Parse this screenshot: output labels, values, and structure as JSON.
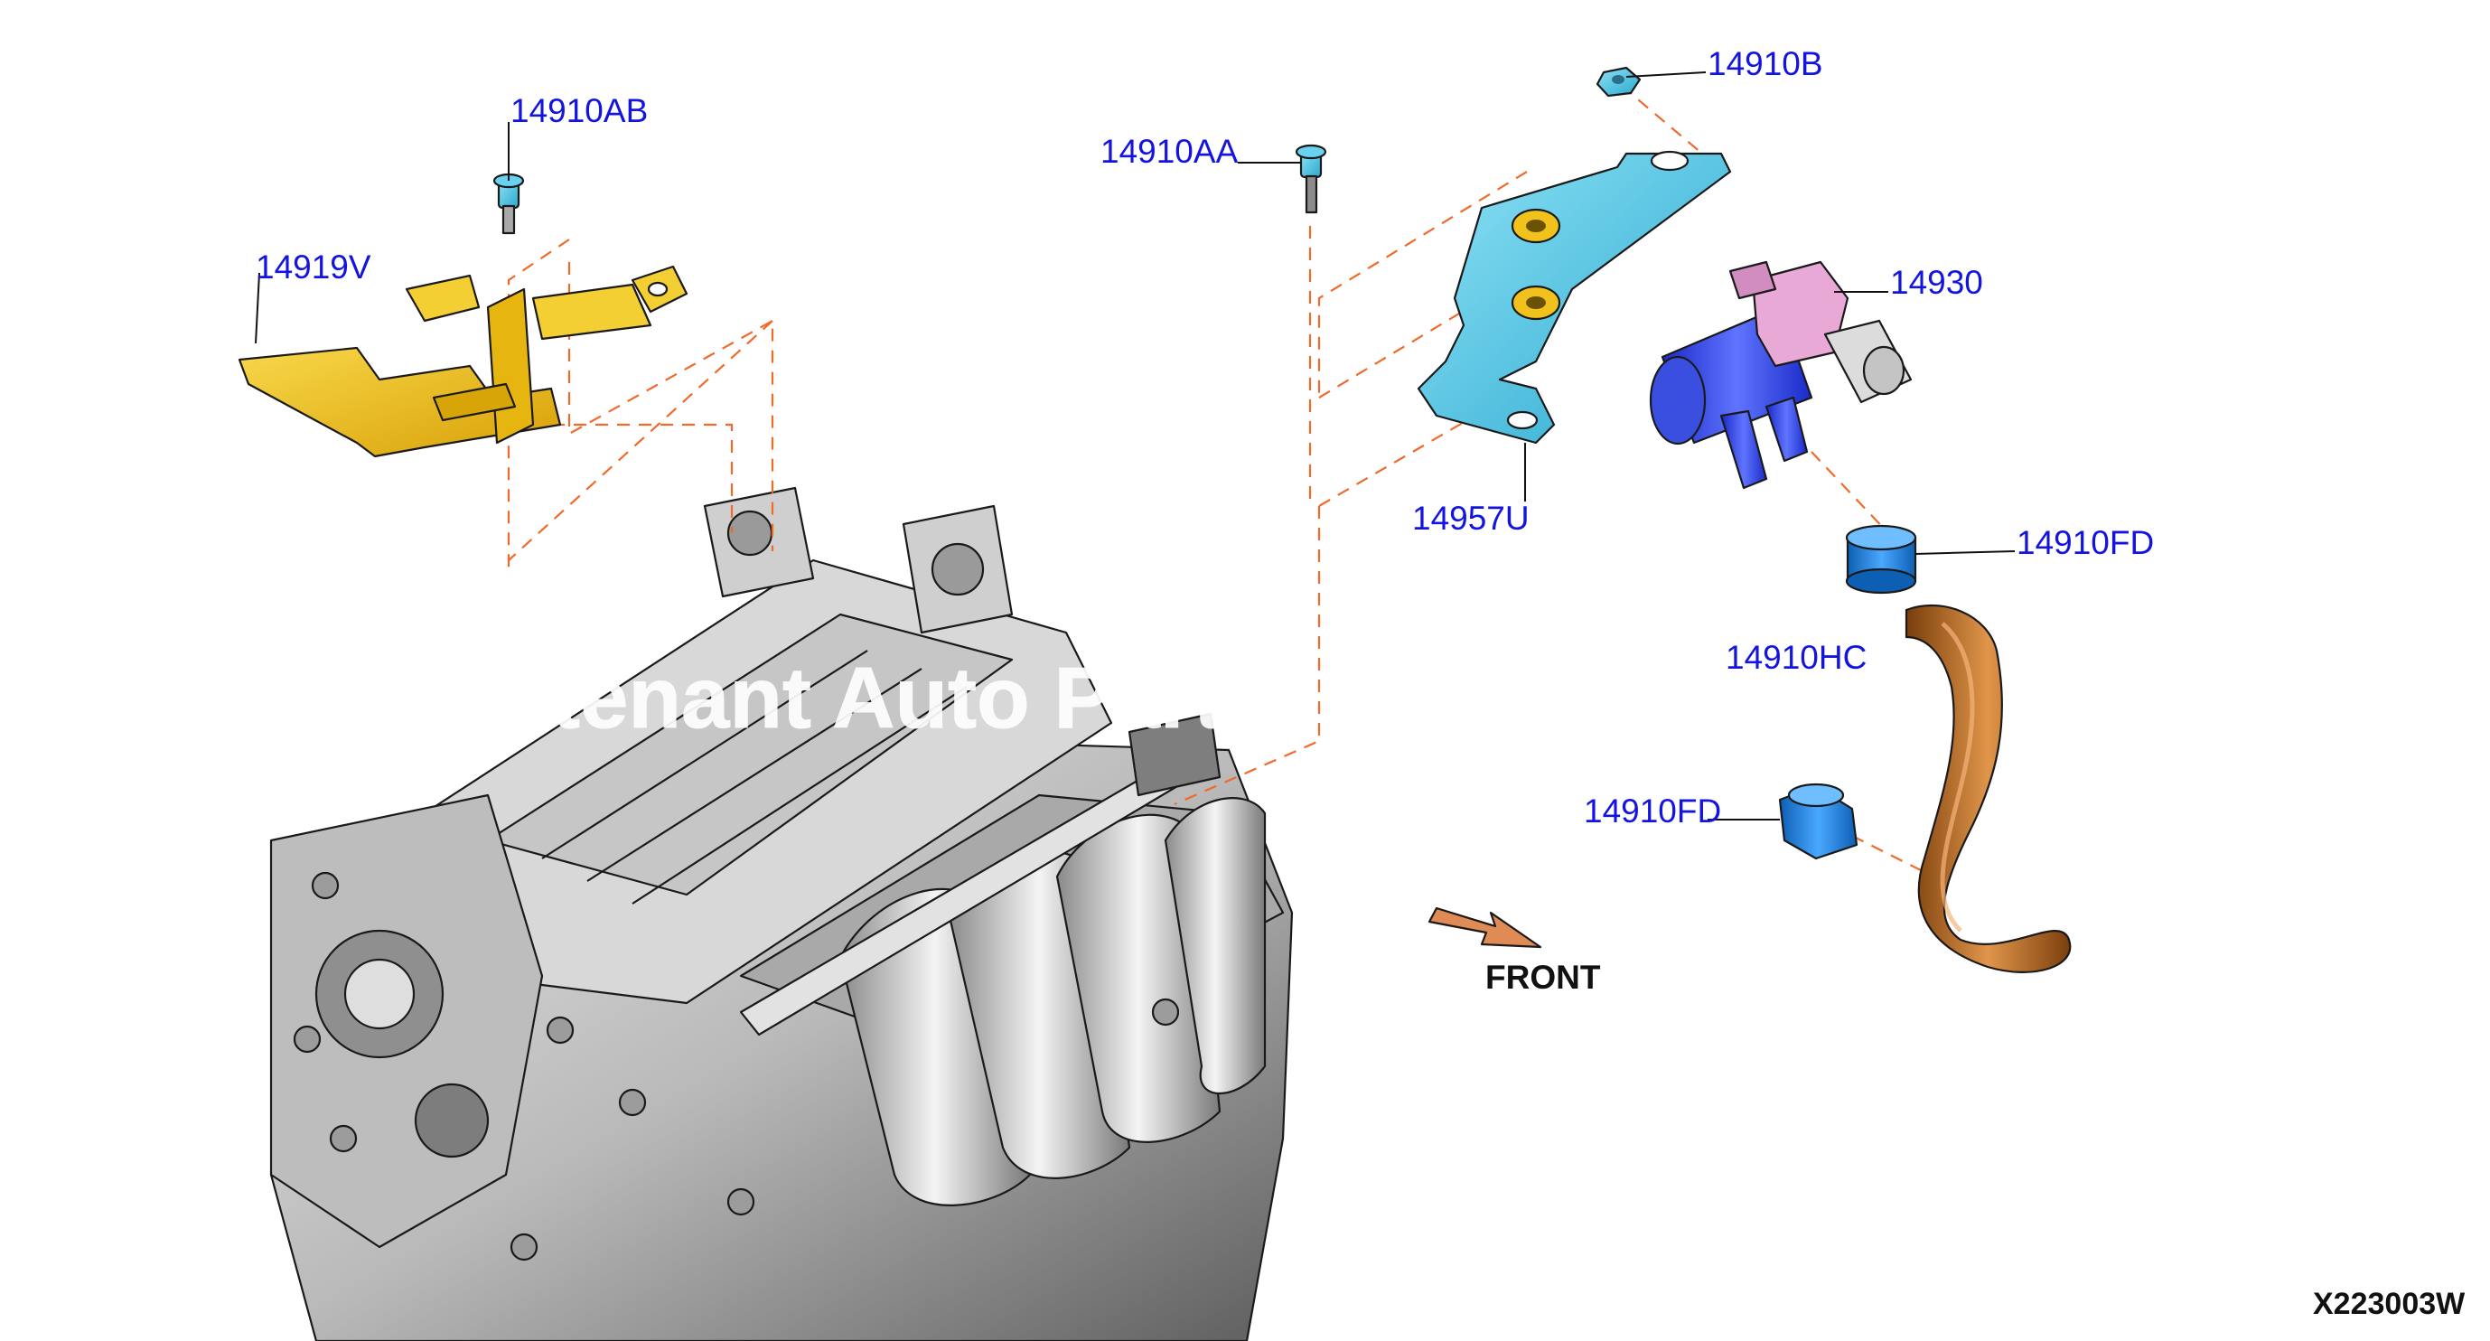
{
  "diagram": {
    "drawing_id": "X223003W",
    "watermark": "tenant Auto Parts",
    "direction_label": "FRONT",
    "parts": [
      {
        "key": "p14910AB",
        "label": "14910AB",
        "name": "bolt",
        "color": "#4fc8e6"
      },
      {
        "key": "p14919V",
        "label": "14919V",
        "name": "bracket",
        "color": "#f2c21c"
      },
      {
        "key": "p14910AA",
        "label": "14910AA",
        "name": "bolt",
        "color": "#4fc8e6"
      },
      {
        "key": "p14910B",
        "label": "14910B",
        "name": "nut",
        "color": "#8fd8ef"
      },
      {
        "key": "p14957U",
        "label": "14957U",
        "name": "bracket",
        "color": "#4cc6e4"
      },
      {
        "key": "p14930",
        "label": "14930",
        "name": "solenoid valve",
        "color": "#3a4fe0"
      },
      {
        "key": "p14910FD_upper",
        "label": "14910FD",
        "name": "clamp",
        "color": "#1d7fd6"
      },
      {
        "key": "p14910HC",
        "label": "14910HC",
        "name": "hose",
        "color": "#c26a1e"
      },
      {
        "key": "p14910FD_lower",
        "label": "14910FD",
        "name": "clamp",
        "color": "#1d7fd6"
      }
    ]
  }
}
